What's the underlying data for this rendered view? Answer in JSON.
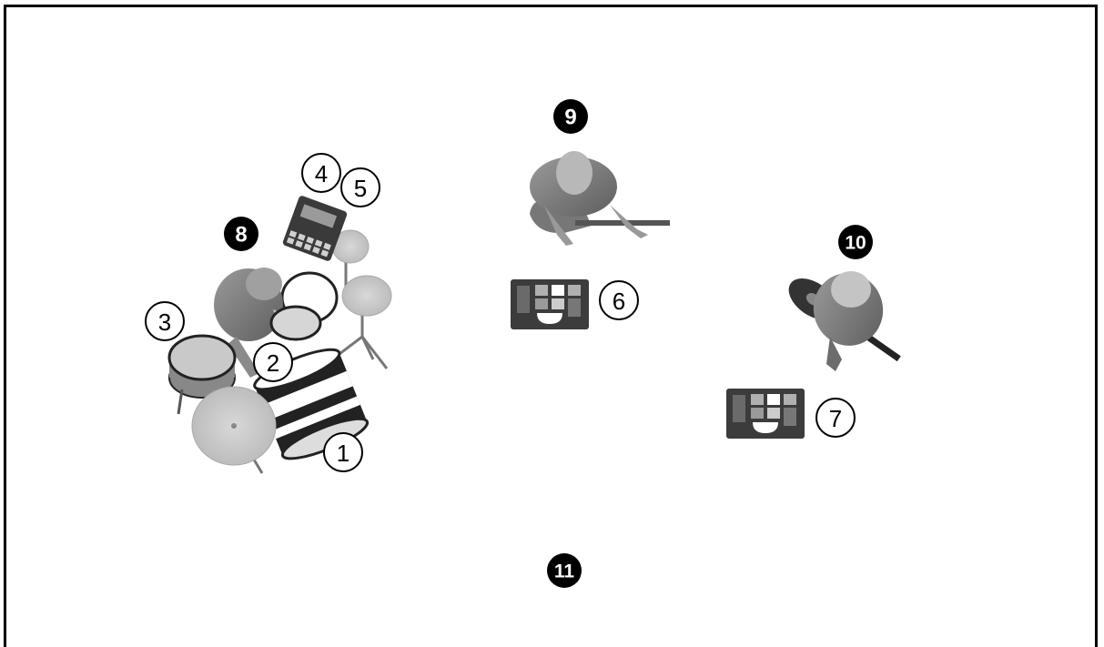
{
  "labels": {
    "kick_drum": "1",
    "snare_drum": "2",
    "floor_tom": "3",
    "drum_machine_a": "4",
    "drum_machine_b": "5",
    "pedalboard_center": "6",
    "pedalboard_right": "7",
    "drummer": "8",
    "guitarist_center": "9",
    "guitarist_right": "10",
    "front_position": "11"
  }
}
